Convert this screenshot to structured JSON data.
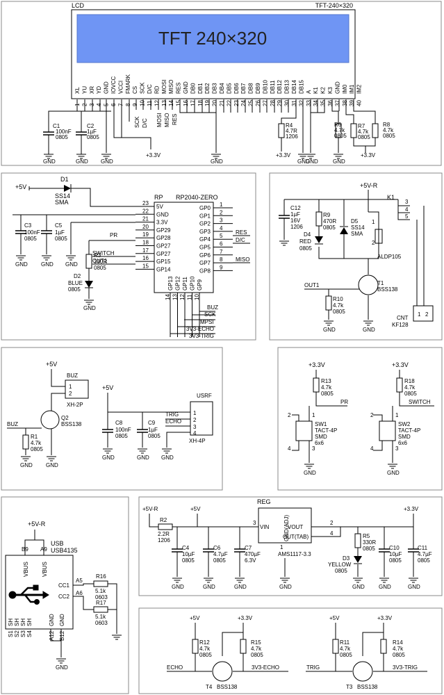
{
  "lcd": {
    "title": "LCD",
    "model": "TFT-240×320",
    "screen_text": "TFT 240×320",
    "pins": [
      "XL",
      "YU",
      "XR",
      "YD",
      "GND",
      "IOVCC",
      "VCCI",
      "FMARK",
      "CS",
      "SCK",
      "D/C",
      "RD",
      "MOSI",
      "MISO",
      "RES",
      "GND",
      "DB0",
      "DB1",
      "DB2",
      "DB3",
      "DB4",
      "DB5",
      "DB6",
      "DB7",
      "DB8",
      "DB9",
      "DB10",
      "DB11",
      "DB12",
      "DB13",
      "DB14",
      "DB15",
      "A",
      "K1",
      "K2",
      "K3",
      "GND",
      "IM0",
      "IM1",
      "IM2"
    ],
    "pin_numbers": [
      "1",
      "2",
      "3",
      "4",
      "5",
      "6",
      "7",
      "8",
      "9",
      "10",
      "11",
      "12",
      "13",
      "14",
      "15",
      "16",
      "17",
      "18",
      "19",
      "20",
      "21",
      "22",
      "23",
      "24",
      "25",
      "26",
      "27",
      "28",
      "29",
      "30",
      "31",
      "32",
      "33",
      "34",
      "35",
      "36",
      "37",
      "38",
      "39",
      "40"
    ],
    "net_labels": [
      "SCK",
      "D/C",
      "MOSI",
      "MISO",
      "RES"
    ],
    "c1": [
      "C1",
      "100nF",
      "0805"
    ],
    "c2": [
      "C2",
      "1µF",
      "0805"
    ],
    "r4": [
      "R4",
      "4.7R",
      "1206"
    ],
    "r6": [
      "R6",
      "4.7k",
      "0805"
    ],
    "r7": [
      "R7",
      "4.7k",
      "0805"
    ],
    "r8": [
      "R8",
      "4.7k",
      "0805"
    ],
    "gnd": "GND",
    "v33": "+3.3V"
  },
  "mcu": {
    "ref": "RP",
    "name": "RP2040-ZERO",
    "left_pins": [
      [
        "23",
        "5V"
      ],
      [
        "22",
        "GND"
      ],
      [
        "21",
        "3.3V"
      ],
      [
        "20",
        "GP29"
      ],
      [
        "19",
        "GP28"
      ],
      [
        "18",
        "GP27"
      ],
      [
        "17",
        "GP27"
      ],
      [
        "16",
        "GP15"
      ],
      [
        "15",
        "GP14"
      ]
    ],
    "right_pins": [
      [
        "1",
        "GP0"
      ],
      [
        "2",
        "GP1"
      ],
      [
        "3",
        "GP2"
      ],
      [
        "4",
        "GP3"
      ],
      [
        "5",
        "GP4"
      ],
      [
        "6",
        "GP5"
      ],
      [
        "7",
        "GP6"
      ],
      [
        "8",
        "GP7"
      ],
      [
        "9",
        "GP8"
      ]
    ],
    "bottom_pins": [
      [
        "14",
        "GP13"
      ],
      [
        "13",
        "GP12"
      ],
      [
        "12",
        "GP11"
      ],
      [
        "11",
        "GP10"
      ],
      [
        "10",
        "GP9"
      ]
    ],
    "right_nets": {
      "res": "RES",
      "dc": "D/C",
      "miso": "MISO"
    },
    "left_nets": {
      "pr": "PR",
      "switch": "SWITCH",
      "out1": "OUT1"
    },
    "bottom_nets": [
      "BUZ",
      "SCK",
      "MPSI",
      "3V3-ECHO",
      "3V3-TRIG"
    ],
    "v5": "+5V",
    "d1": [
      "D1",
      "SS14",
      "SMA"
    ],
    "c3": [
      "C3",
      "100nF",
      "0805"
    ],
    "c5": [
      "C5",
      "1µF",
      "0805"
    ],
    "r3": [
      "R3",
      "330R",
      "0805"
    ],
    "d2": [
      "D2",
      "BLUE",
      "0805"
    ]
  },
  "relay": {
    "v5r": "+5V-R",
    "c12": [
      "C12",
      "1µF",
      "16V",
      "1206"
    ],
    "r9": [
      "R9",
      "470R",
      "0805"
    ],
    "d4": [
      "D4",
      "RED",
      "0805"
    ],
    "d5": [
      "D5",
      "SS14",
      "SMA"
    ],
    "k1": "K1",
    "k1_pins": [
      "3",
      "4",
      "5",
      "1",
      "2"
    ],
    "k1_model": "ALDP105",
    "t1": [
      "T1",
      "BSS138"
    ],
    "r10": [
      "R10",
      "4.7k",
      "0805"
    ],
    "out1": "OUT1",
    "cnt": [
      "CNT",
      "KF128"
    ],
    "cnt_pins": [
      "1",
      "2"
    ]
  },
  "buzzer": {
    "v5": "+5V",
    "buz_label": "BUZ",
    "conn": "XH-2P",
    "pins": [
      "1",
      "2"
    ],
    "q2": [
      "Q2",
      "BSS138"
    ],
    "r1": [
      "R1",
      "4.7k",
      "0805"
    ],
    "net": "BUZ",
    "v5b": "+5V",
    "c8": [
      "C8",
      "100nF",
      "0805"
    ],
    "c9": [
      "C9",
      "1µF",
      "0805"
    ],
    "usrf": "USRF",
    "usrf_nets": [
      "TRIG",
      "ECHO"
    ],
    "usrf_pins": [
      "1",
      "2",
      "3",
      "4"
    ],
    "usrf_model": "XH-4P"
  },
  "switches": {
    "v33": "+3.3V",
    "r13": [
      "R13",
      "4.7k",
      "0805"
    ],
    "r18": [
      "R18",
      "4.7k",
      "0805"
    ],
    "pr": "PR",
    "switch": "SWITCH",
    "sw1": [
      "SW1",
      "TACT-4P",
      "SMD",
      "6x6"
    ],
    "sw2": [
      "SW2",
      "TACT-4P",
      "SMD",
      "6x6"
    ],
    "pins": [
      "1",
      "2",
      "3",
      "4"
    ]
  },
  "usb": {
    "v5r": "+5V-R",
    "name": "USB",
    "model": "USB4135",
    "pins": {
      "b9": "B9",
      "a9": "A9",
      "a5": "A5",
      "a6": "A6",
      "a12": "A12",
      "b12": "B12"
    },
    "labels": [
      "VBUS",
      "VBUS",
      "CC1",
      "CC2",
      "GND",
      "GND",
      "SH",
      "SH",
      "SH",
      "SH"
    ],
    "sh_pins": [
      "S1",
      "S2",
      "S3",
      "S4"
    ],
    "r16": [
      "R16",
      "5.1k",
      "0603"
    ],
    "r17": [
      "R17",
      "5.1k",
      "0603"
    ]
  },
  "reg": {
    "title": "REG",
    "v5r": "+5V-R",
    "v5": "+5V",
    "v33": "+3.3V",
    "r2": [
      "R2",
      "2.2R",
      "1206"
    ],
    "c4": [
      "C4",
      "10µF",
      "0805"
    ],
    "c6": [
      "C6",
      "4.7µF",
      "0805"
    ],
    "c7": [
      "C7",
      "470µF",
      "6.3V"
    ],
    "vin": "VIN",
    "vout": "VOUT",
    "outtab": "OUT(TAB)",
    "gndadj": "GND(ADJ)",
    "ic": "AMS1117-3.3",
    "pin_nums": [
      "3",
      "2",
      "4",
      "1"
    ],
    "r5": [
      "R5",
      "330R",
      "0805"
    ],
    "d3": [
      "D3",
      "YELLOW",
      "0805"
    ],
    "c10": [
      "C10",
      "10µF",
      "0805"
    ],
    "c11": [
      "C11",
      "4.7µF",
      "0805"
    ]
  },
  "shifters": {
    "v5": "+5V",
    "v33": "+3.3V",
    "r12": [
      "R12",
      "4.7k",
      "0805"
    ],
    "r15": [
      "R15",
      "4.7k",
      "0805"
    ],
    "t4": "T4",
    "echo": "ECHO",
    "echo33": "3V3-ECHO",
    "r11": [
      "R11",
      "4.7k",
      "0805"
    ],
    "r14": [
      "R14",
      "4.7k",
      "0805"
    ],
    "t3": "T3",
    "trig": "TRIG",
    "trig33": "3V3-TRIG",
    "model": "BSS138"
  },
  "colors": {
    "lcd_screen": "#6f95f4",
    "lcd_screen_inner": "#88aaf6",
    "frame": "#888888",
    "gnd_red": "#cc0000"
  }
}
